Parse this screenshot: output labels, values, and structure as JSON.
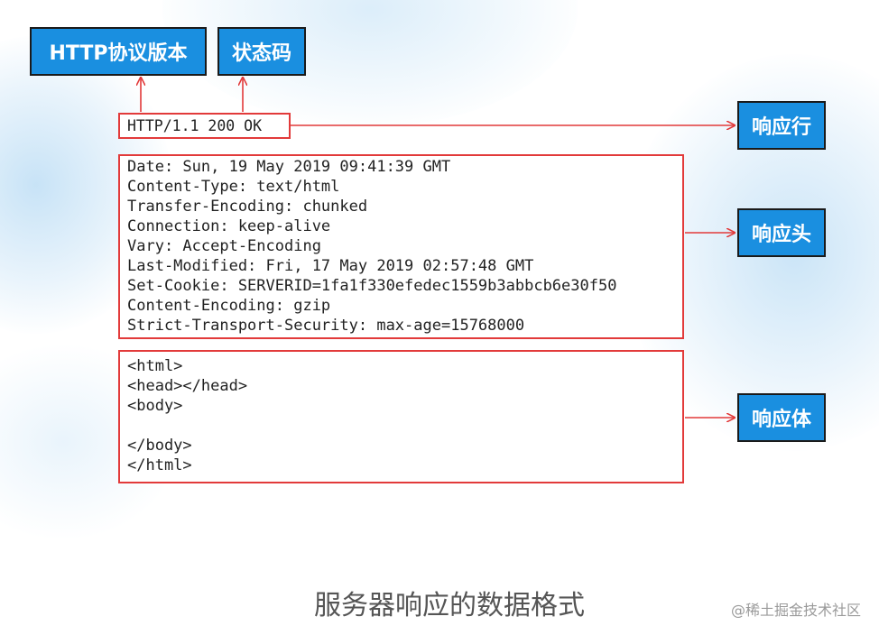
{
  "labels": {
    "http_version": "HTTP协议版本",
    "status_code": "状态码",
    "response_line": "响应行",
    "response_header": "响应头",
    "response_body": "响应体"
  },
  "response_line": {
    "text": "HTTP/1.1 200 OK"
  },
  "response_header_lines": [
    "Date: Sun, 19 May 2019 09:41:39 GMT",
    "Content-Type: text/html",
    "Transfer-Encoding: chunked",
    "Connection: keep-alive",
    "Vary: Accept-Encoding",
    "Last-Modified: Fri, 17 May 2019 02:57:48 GMT",
    "Set-Cookie: SERVERID=1fa1f330efedec1559b3abbcb6e30f50",
    "Content-Encoding: gzip",
    "Strict-Transport-Security: max-age=15768000"
  ],
  "response_body_lines": [
    "<html>",
    "<head></head>",
    "<body>",
    "",
    "</body>",
    "</html>"
  ],
  "caption": "服务器响应的数据格式",
  "watermark": "@稀土掘金技术社区",
  "colors": {
    "label_fill": "#1a8fe0",
    "frame_red": "#e23a3a",
    "glow_blue": "#cfe6f7"
  }
}
